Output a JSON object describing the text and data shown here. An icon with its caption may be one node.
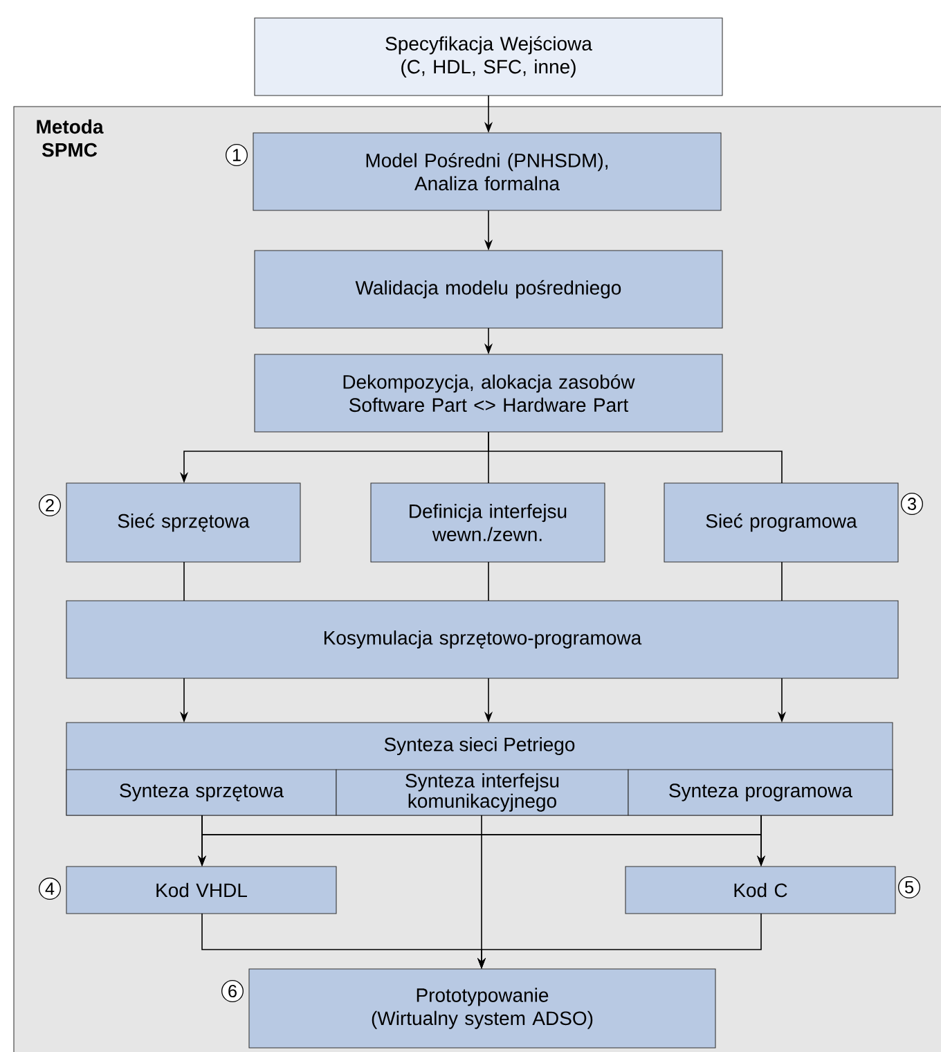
{
  "diagram": {
    "nodes": [
      {
        "text": [
          "Specyfikacja Wejściowa (C, HDL, SFC, inne)"
        ]
      },
      {
        "text": [
          "Metoda SPMC"
        ]
      },
      {
        "text": [
          "Model Pośredni (PNHSDM), Analiza formalna"
        ],
        "in": 1,
        "beside": [
          "1"
        ]
      },
      {
        "text": [
          "Walidacja modelu pośredniego"
        ],
        "in": 1
      },
      {
        "text": [
          "Dekompozycja, alokacja zasobów Software Part <> Hardware Part"
        ],
        "in": 1
      },
      {
        "text": [
          "Sieć sprzętowa"
        ],
        "in": 1,
        "beside": [
          "2"
        ]
      },
      {
        "text": [
          "Definicja interfejsu wewn./zewn."
        ],
        "in": 1
      },
      {
        "text": [
          "Sieć programowa"
        ],
        "in": 1,
        "beside": [
          "3"
        ]
      },
      {
        "text": [
          "Kosymulacja sprzętowo-programowa"
        ],
        "in": 1
      },
      {
        "text": [
          "Synteza sieci Petriego"
        ],
        "in": 1
      },
      {
        "text": [
          "Synteza sprzętowa"
        ],
        "in": 9
      },
      {
        "text": [
          "Synteza interfejsu komunikacyjnego"
        ],
        "in": 9
      },
      {
        "text": [
          "Synteza programowa"
        ],
        "in": 9
      },
      {
        "text": [
          "Kod VHDL"
        ],
        "in": 1,
        "beside": [
          "4"
        ]
      },
      {
        "text": [
          "Kod C"
        ],
        "in": 1,
        "beside": [
          "5"
        ]
      },
      {
        "text": [
          "Prototypowanie (Wirtualny system ADSO)"
        ],
        "in": 1,
        "beside": [
          "6"
        ]
      }
    ],
    "edges": [
      {
        "from": 0,
        "to": 2,
        "arrow": "to"
      },
      {
        "from": 2,
        "to": 3,
        "arrow": "to"
      },
      {
        "from": 3,
        "to": 4,
        "arrow": "to"
      },
      {
        "from": 4,
        "to": 5,
        "arrow": "to"
      },
      {
        "from": 4,
        "to": 6,
        "arrow": "none"
      },
      {
        "from": 4,
        "to": 7,
        "arrow": "none"
      },
      {
        "from": 5,
        "to": 8,
        "arrow": "none"
      },
      {
        "from": 6,
        "to": 8,
        "arrow": "none"
      },
      {
        "from": 7,
        "to": 8,
        "arrow": "none"
      },
      {
        "from": 8,
        "to": 9,
        "arrow": "to"
      },
      {
        "from": 8,
        "to": 9,
        "arrow": "to"
      },
      {
        "from": 8,
        "to": 9,
        "arrow": "to"
      },
      {
        "from": 10,
        "to": 13,
        "arrow": "to"
      },
      {
        "from": 10,
        "to": 14,
        "arrow": "to"
      },
      {
        "from": 12,
        "to": 13,
        "arrow": "to"
      },
      {
        "from": 12,
        "to": 14,
        "arrow": "to"
      },
      {
        "from": 11,
        "to": 15,
        "arrow": "to"
      },
      {
        "from": 13,
        "to": 15,
        "arrow": "to"
      },
      {
        "from": 14,
        "to": 15,
        "arrow": "to"
      }
    ]
  }
}
